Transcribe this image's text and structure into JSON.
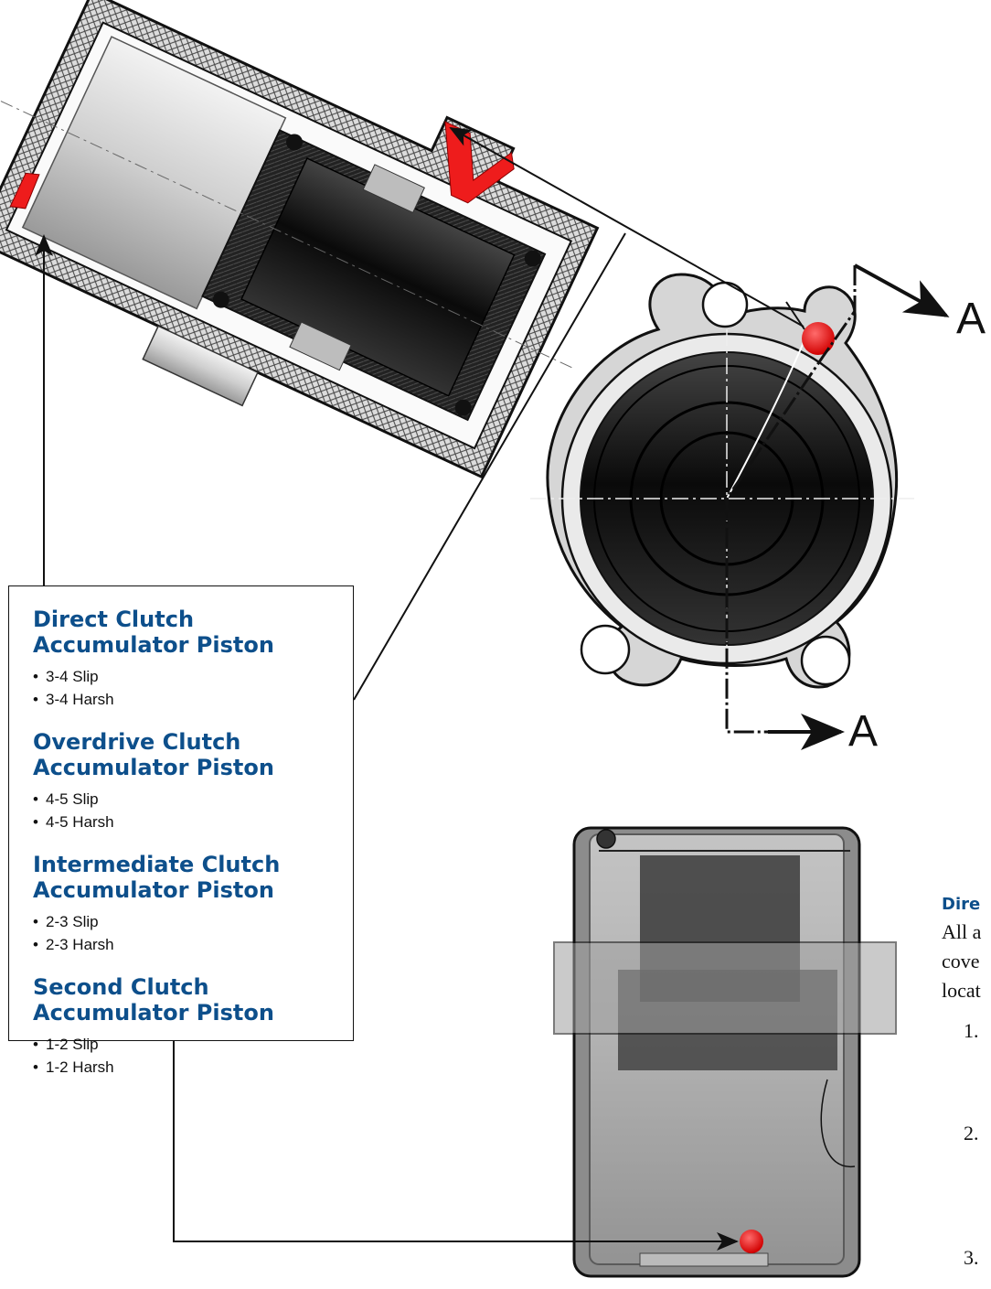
{
  "section_markers": {
    "top": "A",
    "bottom": "A"
  },
  "callout": {
    "groups": [
      {
        "title_line1": "Direct Clutch",
        "title_line2": "Accumulator Piston",
        "items": [
          "3-4 Slip",
          "3-4 Harsh"
        ]
      },
      {
        "title_line1": "Overdrive Clutch",
        "title_line2": "Accumulator Piston",
        "items": [
          "4-5 Slip",
          "4-5 Harsh"
        ]
      },
      {
        "title_line1": "Intermediate Clutch",
        "title_line2": "Accumulator Piston",
        "items": [
          "2-3 Slip",
          "2-3 Harsh"
        ]
      },
      {
        "title_line1": "Second Clutch",
        "title_line2": "Accumulator Piston",
        "items": [
          "1-2 Slip",
          "1-2 Harsh"
        ]
      }
    ],
    "bullet": "•"
  },
  "right_column": {
    "heading": "Dire",
    "lines": [
      "All a",
      "cove",
      "locat"
    ],
    "numbers": [
      "1.",
      "2.",
      "3."
    ]
  },
  "colors": {
    "accent_blue": "#0d4f8b",
    "leak_red": "#ee1c1c"
  }
}
